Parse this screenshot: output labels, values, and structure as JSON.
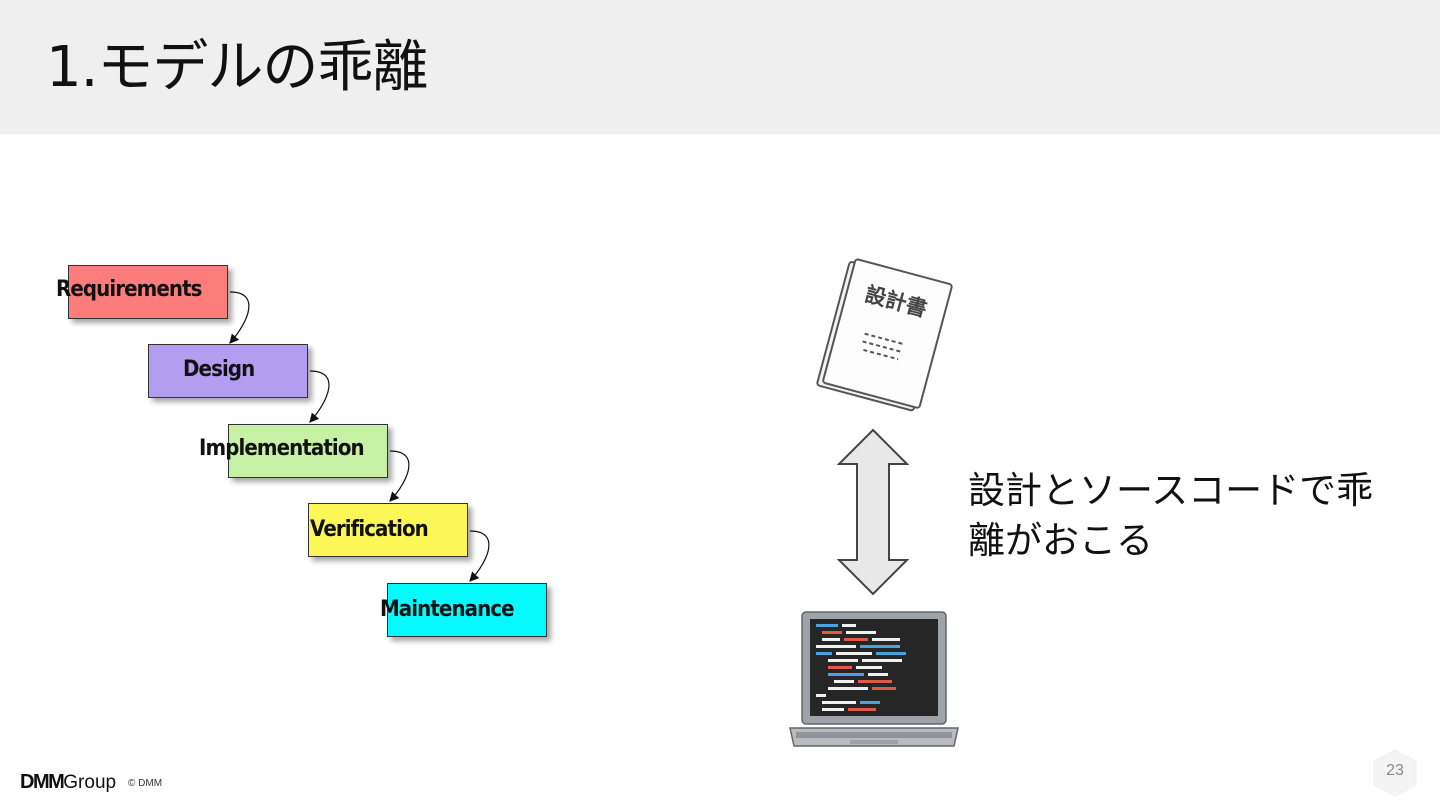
{
  "slide": {
    "title": "1.モデルの乖離",
    "page_number": "23"
  },
  "waterfall": {
    "stages": [
      {
        "label": "Requirements",
        "color": "#fc7c7c"
      },
      {
        "label": "Design",
        "color": "#b29df0"
      },
      {
        "label": "Implementation",
        "color": "#c6f0a4"
      },
      {
        "label": "Verification",
        "color": "#fcf656"
      },
      {
        "label": "Maintenance",
        "color": "#04fafc"
      }
    ]
  },
  "right": {
    "document_label": "設計書",
    "message_line1": "設計とソースコードで乖",
    "message_line2": "離がおこる",
    "icons": [
      "design-document-icon",
      "up-down-arrow-icon",
      "laptop-code-icon"
    ]
  },
  "footer": {
    "logo_dmm": "DMM",
    "logo_group": "Group",
    "copyright": "© DMM"
  }
}
